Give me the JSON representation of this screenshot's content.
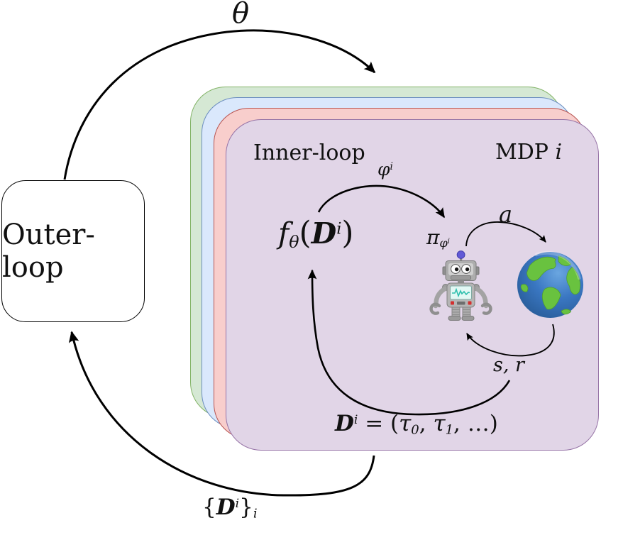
{
  "diagram": {
    "outer_loop": {
      "label": "Outer-loop"
    },
    "mdp_stack": {
      "inner_loop_label": "Inner-loop",
      "mdp_label": "MDP ",
      "mdp_index": "i",
      "layer_count": 4
    },
    "flows": {
      "theta": "θ",
      "phi": {
        "base": "φ",
        "sup": "i"
      },
      "f_expr": {
        "f": "f",
        "sub": "θ",
        "open": "(",
        "D": "D",
        "sup": "i",
        "close": ")"
      },
      "pi_expr": {
        "base": "π",
        "sub": "φ",
        "sub_sup": "i"
      },
      "action": "a",
      "state_reward": "s, r",
      "dataset_eq": {
        "D": "D",
        "D_sup": "i",
        "equals": " = (",
        "tau_0": "τ",
        "tau_0_sub": "0",
        "sep": ", ",
        "tau_1": "τ",
        "tau_1_sub": "1",
        "tail": ", …)"
      },
      "dataset_set": {
        "open": "{",
        "D": "D",
        "D_sup": "i",
        "close": "}",
        "sub": "i"
      }
    },
    "icons": {
      "agent": "robot-icon",
      "environment": "earth-globe-icon"
    }
  },
  "colors": {
    "card-green-fill": "#d5e8d4",
    "card-green-stroke": "#82b366",
    "card-blue-fill": "#dae8fc",
    "card-blue-stroke": "#6c8ebf",
    "card-red-fill": "#f8cecc",
    "card-red-stroke": "#b85450",
    "card-purple-fill": "#e1d5e7",
    "card-purple-stroke": "#9673a6",
    "arrow-color": "#000000",
    "box-fill": "#ffffff",
    "box-stroke": "#000000",
    "text-color": "#111111"
  }
}
